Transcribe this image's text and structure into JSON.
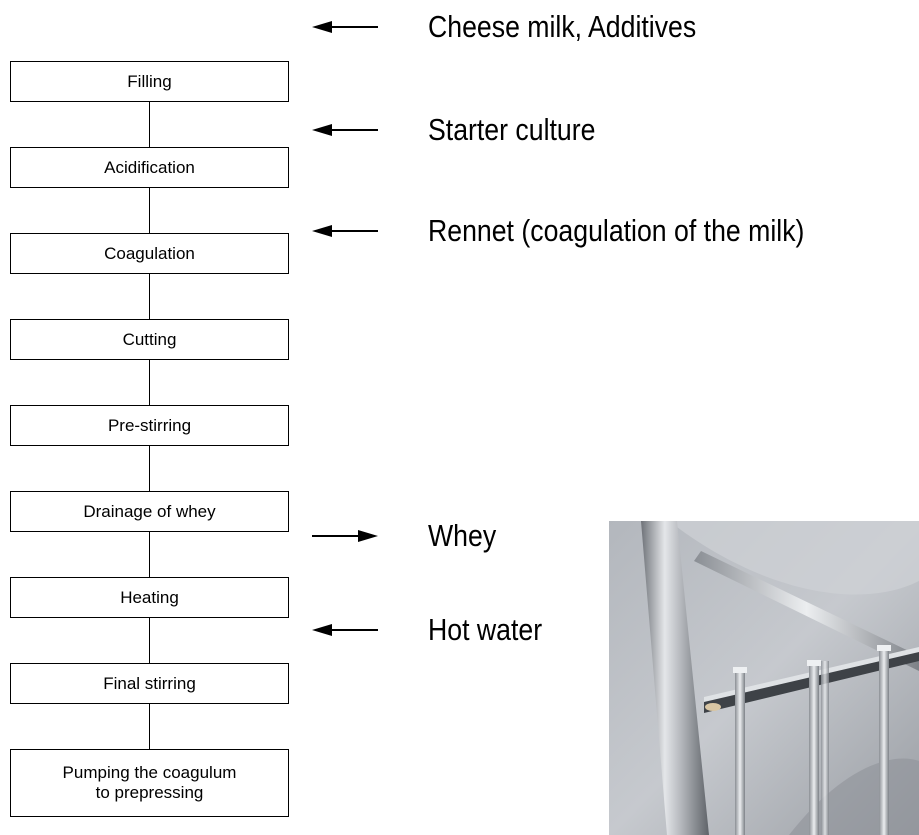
{
  "steps": [
    "Filling",
    "Acidification",
    "Coagulation",
    "Cutting",
    "Pre-stirring",
    "Drainage of whey",
    "Heating",
    "Final stirring",
    [
      "Pumping the coagulum",
      "to prepressing"
    ]
  ],
  "inputs": {
    "cheese_milk": "Cheese milk, Additives",
    "starter": "Starter culture",
    "rennet": "Rennet (coagulation of the milk)",
    "hot_water": "Hot water"
  },
  "outputs": {
    "whey": "Whey"
  },
  "colors": {
    "line": "#000000",
    "background": "#ffffff",
    "photo_tank": "#a9adb3",
    "photo_steel": "#c9ccd0"
  }
}
